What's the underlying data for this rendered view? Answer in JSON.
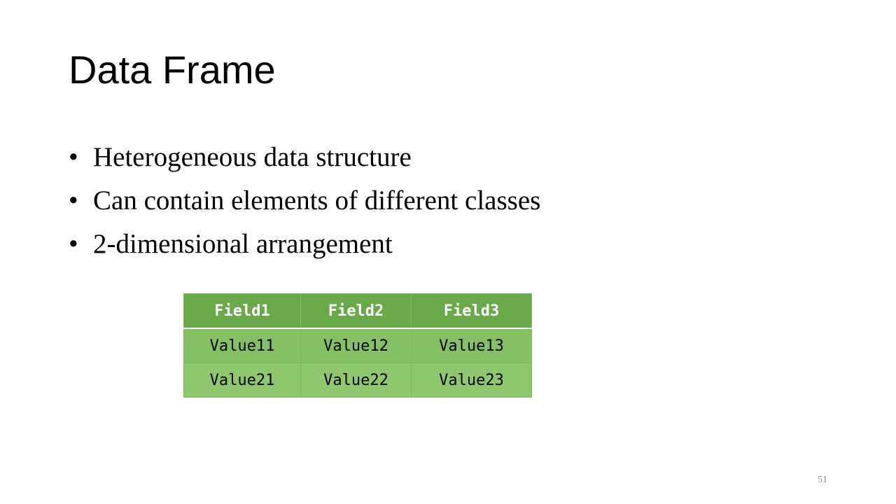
{
  "slide": {
    "title": "Data Frame",
    "bullets": [
      "Heterogeneous data structure",
      "Can contain elements of different classes",
      "2-dimensional arrangement"
    ],
    "bullet_symbol": "•",
    "page_number": "51"
  },
  "table": {
    "headers": [
      "Field1",
      "Field2",
      "Field3"
    ],
    "rows": [
      [
        "Value11",
        "Value12",
        "Value13"
      ],
      [
        "Value21",
        "Value22",
        "Value23"
      ]
    ]
  },
  "colors": {
    "header_bg": "#6aa94a",
    "row_bg": "#86c065",
    "header_text": "#ffffff",
    "page_number": "#8a8a8a"
  }
}
